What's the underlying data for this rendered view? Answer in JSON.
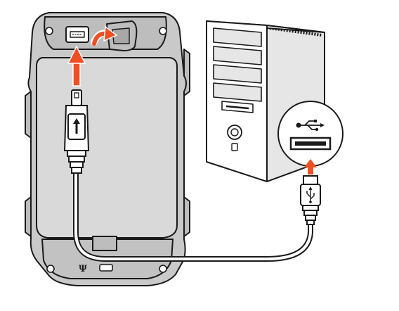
{
  "figure": {
    "description_free": true,
    "colors": {
      "outline": "#1a1a1a",
      "device_body": "#c9c9c9",
      "device_panel": "#d9d9d9",
      "tower_side": "#e6e6e6",
      "tower_front": "#ffffff",
      "arrow": "#f04e23",
      "cable": "#ffffff"
    },
    "icons": {
      "usb_symbol_on_port": "usb-trident-icon",
      "usb_symbol_on_plug": "usb-trident-icon",
      "up_arrow_on_plug": "up-arrow-icon",
      "device_logo": "psi-logo-icon"
    },
    "steps": [
      {
        "connects": "mini-usb-plug",
        "to": "device-bottom-port",
        "indicator": "orange-arrow-up"
      },
      {
        "connects": "usb-a-plug",
        "to": "computer-usb-port",
        "indicator": "orange-arrow-up"
      },
      {
        "action": "open-port-cover",
        "indicator": "orange-curved-arrow"
      }
    ]
  }
}
